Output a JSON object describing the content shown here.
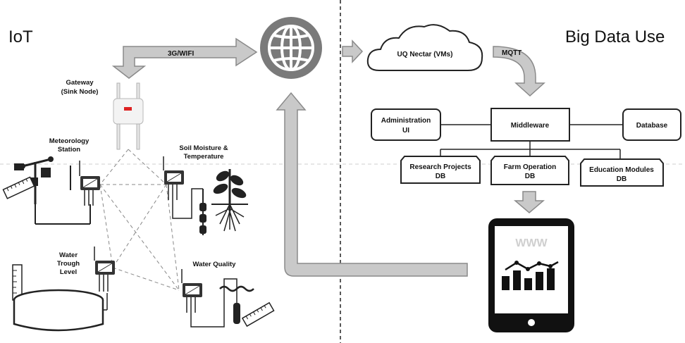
{
  "sections": {
    "left": "IoT",
    "right": "Big Data Use"
  },
  "links": {
    "wireless": "3G/WIFI",
    "mqtt": "MQTT"
  },
  "gateway": {
    "line1": "Gateway",
    "line2": "(Sink Node)"
  },
  "sensors": {
    "meteorology": {
      "line1": "Meteorology",
      "line2": "Station"
    },
    "soil": {
      "line1": "Soil Moisture &",
      "line2": "Temperature"
    },
    "trough": {
      "line1": "Water",
      "line2": "Trough",
      "line3": "Level"
    },
    "quality": {
      "line1": "Water Quality"
    }
  },
  "cloud": {
    "label": "UQ Nectar (VMs)"
  },
  "boxes": {
    "admin": {
      "line1": "Administration",
      "line2": "UI"
    },
    "middleware": {
      "line1": "Middleware"
    },
    "database": {
      "line1": "Database"
    }
  },
  "databases": {
    "research": {
      "line1": "Research Projects",
      "line2": "DB"
    },
    "farm": {
      "line1": "Farm Operation",
      "line2": "DB"
    },
    "education": {
      "line1": "Education Modules",
      "line2": "DB"
    }
  },
  "tablet": {
    "www": "WWW"
  }
}
